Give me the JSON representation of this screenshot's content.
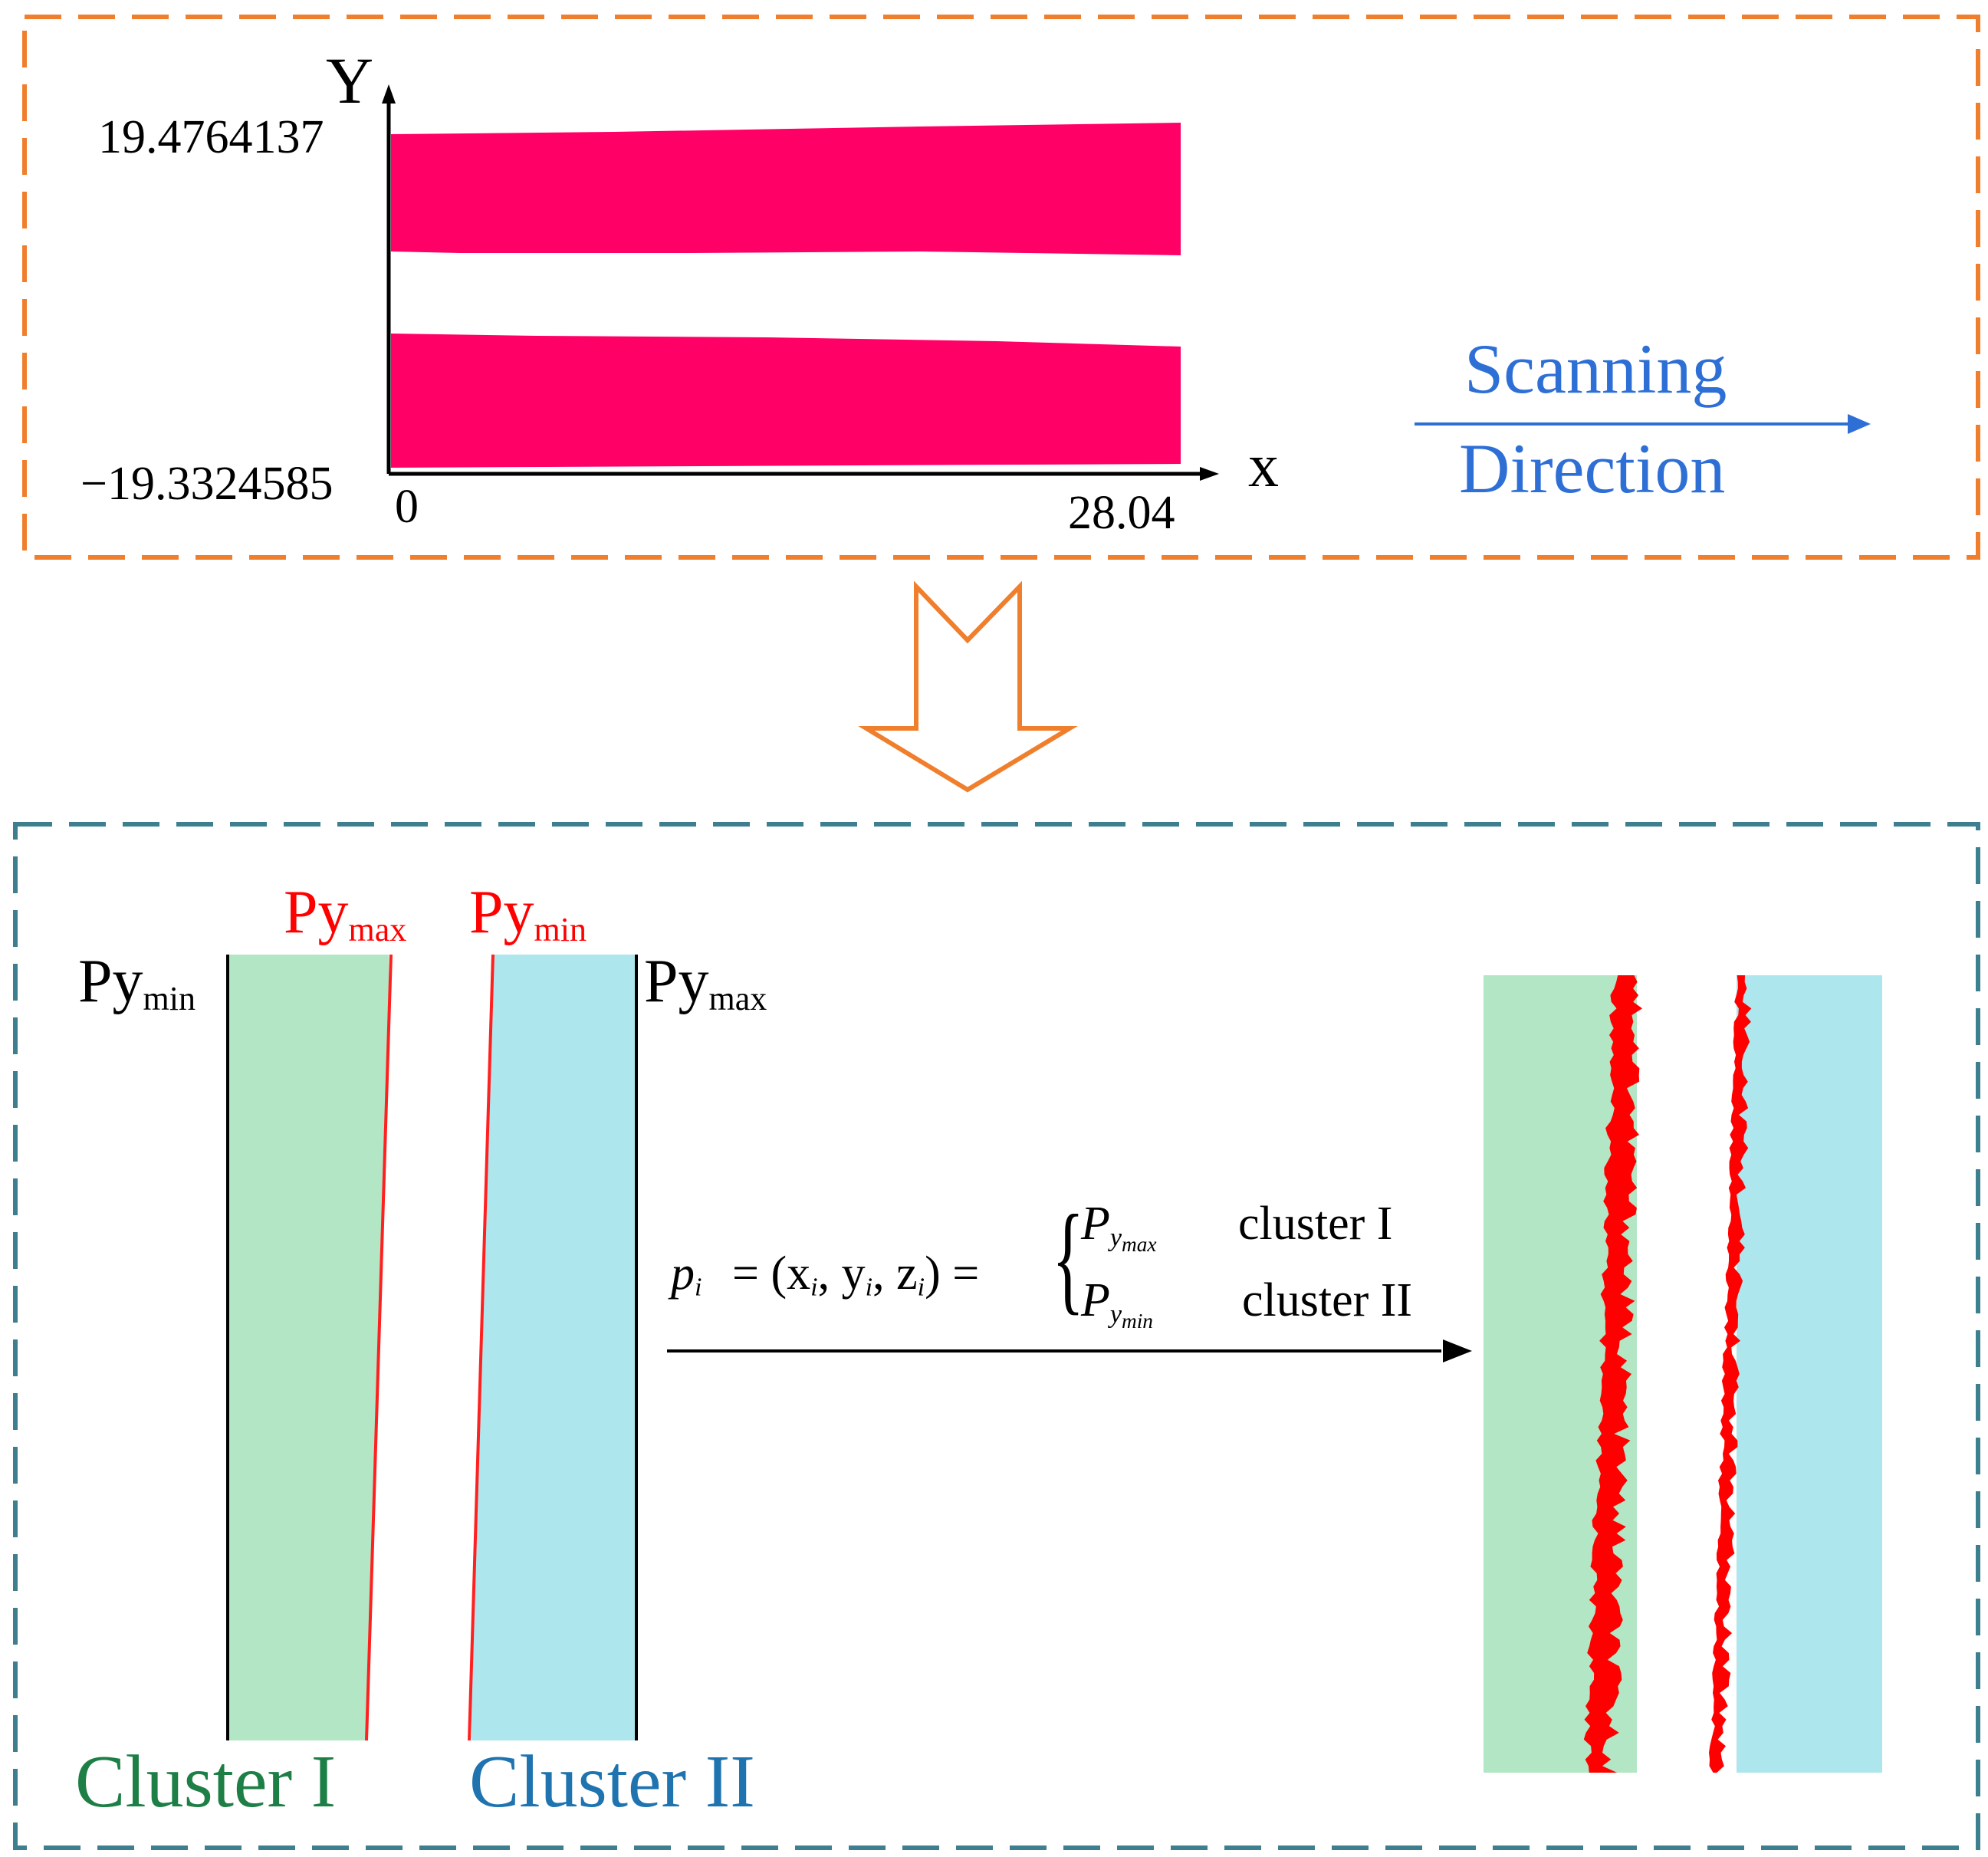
{
  "top_panel": {
    "y_axis_label": "Y",
    "x_axis_label": "x",
    "y_max_tick": "19.4764137",
    "y_min_tick": "−19.3324585",
    "x_min_tick": "0",
    "x_max_tick": "28.04",
    "scan_label_line1": "Scanning",
    "scan_label_line2": "Direction",
    "stripe_color": "#ff0066",
    "border_color": "#f07f2d",
    "scan_color": "#2e6fd6"
  },
  "bottom_panel": {
    "border_color": "#3d7f8f",
    "left_label_py": "Py",
    "left_label_sub": "min",
    "red_max_py": "Py",
    "red_max_sub": "max",
    "red_min_py": "Py",
    "red_min_sub": "min",
    "right_label_py": "Py",
    "right_label_sub": "max",
    "cluster1_label": "Cluster I",
    "cluster2_label": "Cluster II",
    "cluster1_color": "#b3e6c4",
    "cluster2_color": "#aee6ee",
    "cluster1_text_color": "#1e7f46",
    "cluster2_text_color": "#1f74b0",
    "formula_lhs": "p",
    "formula_lhs_sub": "i",
    "formula_eq": "= (x",
    "formula_case1_P": "P",
    "formula_case1_sub": "y",
    "formula_case1_subsub": "max",
    "formula_case1_label": "cluster I",
    "formula_case2_P": "P",
    "formula_case2_sub": "y",
    "formula_case2_subsub": "min",
    "formula_case2_label": "cluster II"
  },
  "arrow": {
    "color": "#f07f2d"
  }
}
